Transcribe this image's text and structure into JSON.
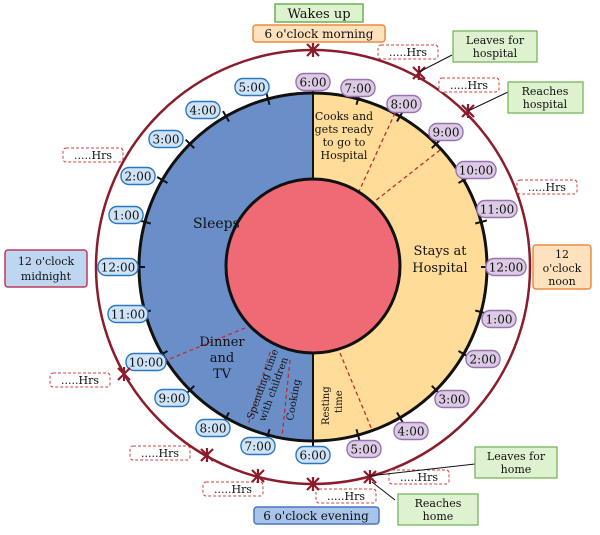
{
  "top_banner": {
    "label": "Wakes up",
    "sub_label": "6 o'clock morning"
  },
  "bottom_banner": {
    "label": "6 o'clock evening"
  },
  "left_box": {
    "line1": "12 o'clock",
    "line2": "midnight"
  },
  "right_box": {
    "line1": "12",
    "line2": "o'clock",
    "line3": "noon"
  },
  "sections": {
    "sleeps": "Sleeps",
    "cooks": [
      "Cooks and",
      "gets ready",
      "to go to",
      "Hospital"
    ],
    "stays": [
      "Stays at",
      "Hospital"
    ],
    "resting": [
      "Resting",
      "time"
    ],
    "dinner": [
      "Dinner",
      "and",
      "TV"
    ],
    "spending": [
      "Spending time",
      "with children"
    ],
    "cooking": "Cooking"
  },
  "callouts": {
    "leaves_hospital": [
      "Leaves for",
      "hospital"
    ],
    "reaches_hospital": [
      "Reaches",
      "hospital"
    ],
    "leaves_home": [
      "Leaves for",
      "home"
    ],
    "reaches_home": [
      "Reaches",
      "home"
    ]
  },
  "hrs_label": "Hrs",
  "hrs_dots": ".....",
  "time_labels": {
    "left": [
      "5:00",
      "4:00",
      "3:00",
      "2:00",
      "1:00",
      "12:00",
      "11:00",
      "10:00",
      "9:00",
      "8:00",
      "7:00"
    ],
    "right": [
      "6:00",
      "7:00",
      "8:00",
      "9:00",
      "10:00",
      "11:00",
      "12:00",
      "1:00",
      "2:00",
      "3:00",
      "4:00",
      "5:00",
      "6:00"
    ]
  },
  "colors": {
    "night": "#6a8fc8",
    "day": "#ffdd99",
    "center": "#f06a76",
    "outer_ring": "#8b1c2c",
    "divider": "#c82a2a",
    "time_blue_fill": "#cfe3f7",
    "time_blue_stroke": "#2b77c0",
    "time_purple_fill": "#dccbe4",
    "time_purple_stroke": "#9a72b3",
    "green_fill": "#dff2cf",
    "green_stroke": "#6cb153",
    "orange_fill": "#fde2bd",
    "orange_stroke": "#ee8a40",
    "left_box_fill": "#bfd6f1",
    "left_box_stroke": "#c0395a",
    "banner_blue_fill": "#a9c4ea",
    "banner_blue_stroke": "#4b74c1",
    "hrs_stroke": "#d04040"
  }
}
